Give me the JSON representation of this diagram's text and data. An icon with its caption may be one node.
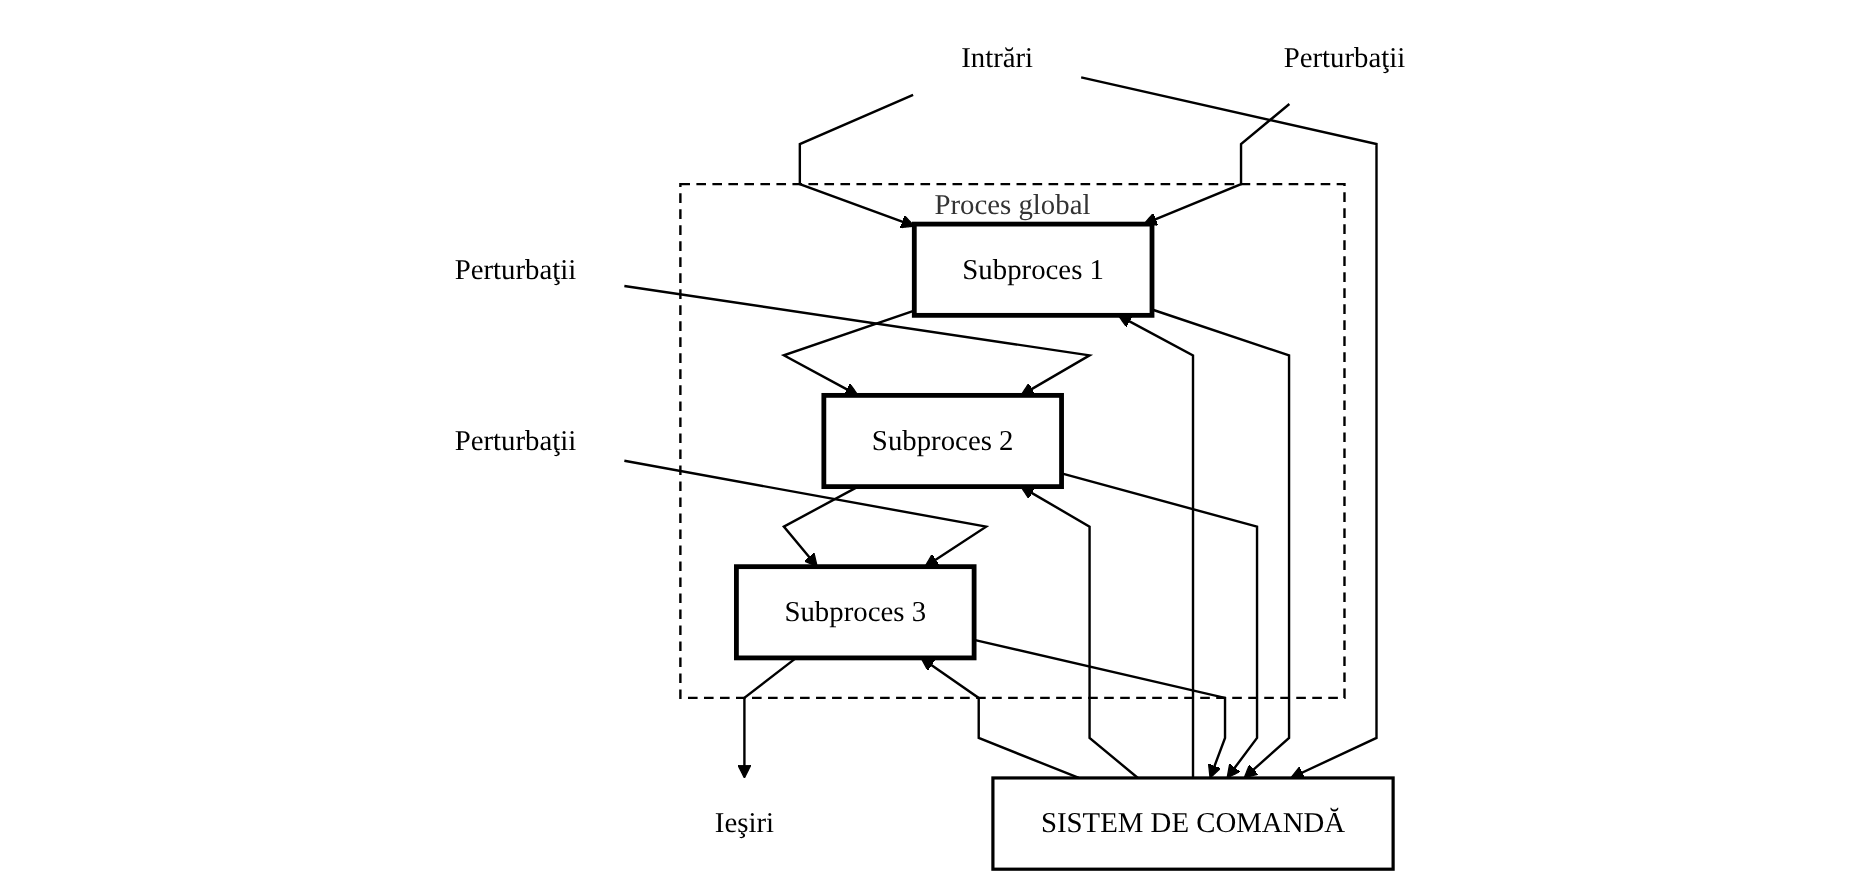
{
  "diagram": {
    "nodes": [
      {
        "text": [
          "Perturbaţii"
        ]
      },
      {
        "text": [
          "Perturbaţii"
        ]
      },
      {
        "text": [
          "Perturbaţii"
        ]
      },
      {
        "text": [
          "Proces global"
        ]
      },
      {
        "text": [
          "Intrări"
        ]
      },
      {
        "text": [
          "Subproces 1"
        ],
        "in": 3
      },
      {
        "text": [
          "Subproces 2"
        ],
        "in": 3
      },
      {
        "text": [
          "Subproces 3"
        ],
        "in": 3
      },
      {
        "text": [
          "Ieşiri"
        ]
      },
      {
        "text": [
          "SISTEM DE COMANDĂ"
        ]
      }
    ],
    "edges": [
      {
        "from": 0,
        "to": 5,
        "arrow": "to"
      },
      {
        "from": 1,
        "to": 6,
        "arrow": "to"
      },
      {
        "from": 2,
        "to": 7,
        "arrow": "to"
      },
      {
        "from": 4,
        "to": 5,
        "arrow": "to"
      },
      {
        "from": 5,
        "to": 6,
        "arrow": "to"
      },
      {
        "from": 6,
        "to": 7,
        "arrow": "to"
      },
      {
        "from": 7,
        "to": 8,
        "arrow": "to"
      },
      {
        "from": 4,
        "to": 9,
        "arrow": "to"
      },
      {
        "from": 5,
        "to": 9,
        "arrow": "to"
      },
      {
        "from": 6,
        "to": 9,
        "arrow": "to"
      },
      {
        "from": 7,
        "to": 9,
        "arrow": "to"
      },
      {
        "from": 9,
        "to": 5,
        "arrow": "to"
      },
      {
        "from": 9,
        "to": 6,
        "arrow": "to"
      },
      {
        "from": 9,
        "to": 7,
        "arrow": "to"
      }
    ]
  }
}
